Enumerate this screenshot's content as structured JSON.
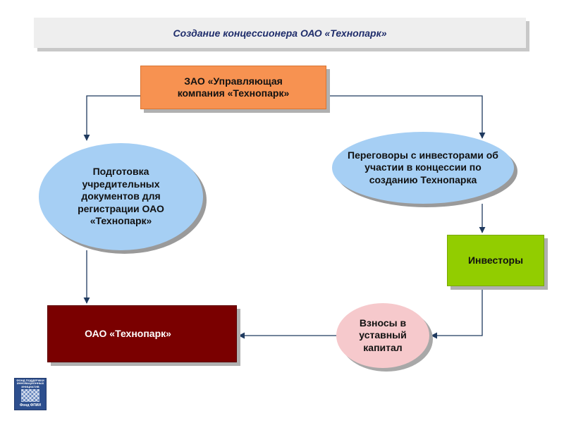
{
  "title": "Создание концессионера ОАО «Технопарк»",
  "nodes": {
    "zao": "ЗАО «Управляющая компания «Технопарк»",
    "documents": "Подготовка учредительных документов для регистрации ОАО «Технопарк»",
    "negotiations": "Переговоры с инвесторами об участии в концессии по созданию Технопарка",
    "investors": "Инвесторы",
    "oao": "ОАО «Технопарк»",
    "contributions": "Взносы в уставный капитал"
  },
  "logo": {
    "top_text": "ФОНД ПОДДЕРЖКИ ИННОВАЦИОННЫХ ИНИЦИАТИВ",
    "bottom_text": "Фонд ФПИИ"
  },
  "colors": {
    "title_text": "#1f2d6b",
    "orange": "#f79251",
    "blue_ellipse": "#a6cff4",
    "green": "#92cd00",
    "dark_red": "#7a0000",
    "pink": "#f6c9cc",
    "connector": "#1f3a5f"
  }
}
